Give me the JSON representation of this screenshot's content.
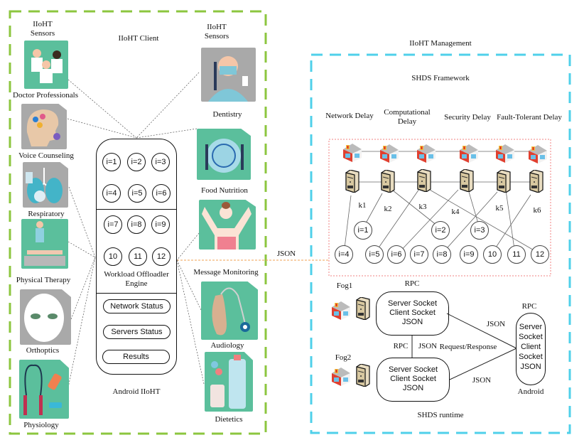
{
  "client": {
    "title": "IIoHT Client",
    "sensors_label_left": "IIoHT\nSensors",
    "sensors_label_right": "IIoHT\nSensors",
    "footer": "Android IIoHT",
    "left_items": [
      {
        "label": "Doctor Professionals",
        "icon": "doctors-icon"
      },
      {
        "label": "Voice Counseling",
        "icon": "brain-icon"
      },
      {
        "label": "Respiratory",
        "icon": "lungs-icon"
      },
      {
        "label": "Physical Therapy",
        "icon": "therapy-icon"
      },
      {
        "label": "Orthoptics",
        "icon": "eyes-icon"
      },
      {
        "label": "Physiology",
        "icon": "jump-rope-icon"
      }
    ],
    "right_items": [
      {
        "label": "Dentistry",
        "icon": "dentist-icon"
      },
      {
        "label": "Food Nutrition",
        "icon": "plate-icon"
      },
      {
        "label": "Message Monitoring",
        "icon": "massage-icon"
      },
      {
        "label": "Audiology",
        "icon": "hearing-aid-icon"
      },
      {
        "label": "Dietetics",
        "icon": "bottles-icon"
      }
    ],
    "engine": {
      "tasks": [
        "i=1",
        "i=2",
        "i=3",
        "i=4",
        "i=5",
        "i=6",
        "i=7",
        "i=8",
        "i=9",
        "10",
        "11",
        "12"
      ],
      "label_line1": "Workload Offloadler",
      "label_line2": "Engine",
      "buttons": [
        "Network Status",
        "Servers Status",
        "Results"
      ]
    }
  },
  "connector_label": "JSON",
  "management": {
    "title": "IIoHT Management",
    "framework": {
      "title": "SHDS Framework",
      "delays": [
        "Network Delay",
        "Computational\nDelay",
        "Security Delay",
        "Fault-Tolerant Delay"
      ],
      "servers": [
        "k1",
        "k2",
        "k3",
        "k4",
        "k5",
        "k6"
      ],
      "upper_tasks": [
        "i=1",
        "i=2",
        "i=3"
      ],
      "lower_tasks": [
        "i=4",
        "i=5",
        "i=6",
        "i=7",
        "i=8",
        "i=9",
        "10",
        "11",
        "12"
      ]
    },
    "runtime": {
      "title": "SHDS runtime",
      "fog1": "Fog1",
      "fog2": "Fog2",
      "rpc_top": "RPC",
      "rpc_mid": "RPC",
      "rpc_android": "RPC",
      "json_mid": "JSON",
      "request_response": "Request/Response",
      "json_top_edge": "JSON",
      "json_bottom_edge": "JSON",
      "fog_box_lines": [
        "Server Socket",
        "Client Socket",
        "JSON"
      ],
      "android_box_lines": [
        "Server",
        "Socket",
        "Client",
        "Socket",
        "JSON"
      ],
      "android_label": "Android"
    }
  },
  "colors": {
    "client_border": "#8cc63f",
    "management_border": "#4fd0ea",
    "framework_border": "#f08080",
    "json_connector": "#f0a050",
    "tile_teal": "#5bbf9c",
    "tile_grey": "#a9a9a9"
  }
}
